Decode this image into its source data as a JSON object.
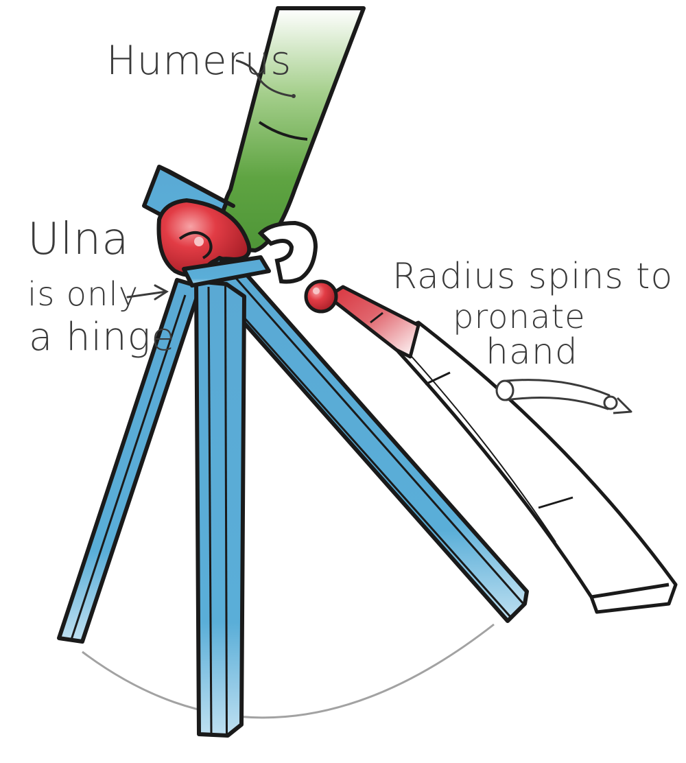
{
  "labels": {
    "humerus": "Humerus",
    "ulna_line1": "Ulna",
    "ulna_line2": "is only",
    "ulna_line3": "a hinge",
    "radius_line1": "Radius spins to",
    "radius_line2": "pronate",
    "radius_line3": "hand"
  },
  "colors": {
    "humerus": "#5a9e3e",
    "ulna": "#5aaed8",
    "radius_head": "#d8323c",
    "outline": "#1a1a1a",
    "ink": "#3a3a3a"
  }
}
